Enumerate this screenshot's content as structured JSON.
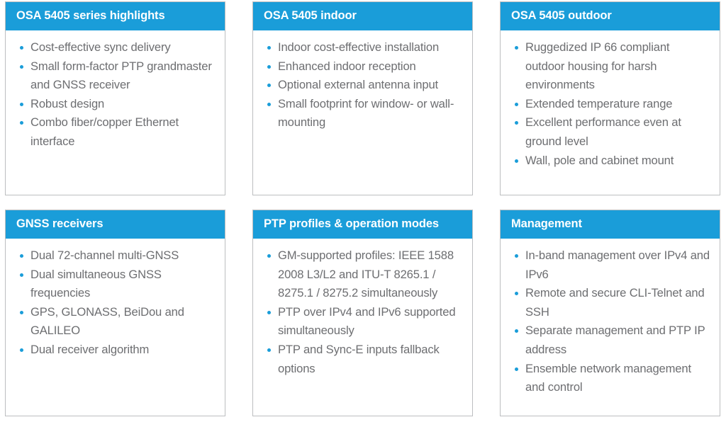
{
  "theme": {
    "accent_blue": "#1A9DD9",
    "header_text": "#FFFFFF",
    "body_text": "#6D6E71",
    "card_border": "#BCBEC0",
    "card_background": "#FFFFFF",
    "page_background": "#FFFFFF"
  },
  "layout": {
    "columns": 3,
    "rows": 2,
    "card_count": 6
  },
  "cards": [
    {
      "id": "osa-5405-series-highlights",
      "title": "OSA 5405 series highlights",
      "bullets": [
        "Cost-effective sync delivery",
        "Small form-factor PTP grandmaster and GNSS receiver",
        "Robust design",
        "Combo fiber/copper Ethernet interface"
      ]
    },
    {
      "id": "osa-5405-indoor",
      "title": "OSA 5405 indoor",
      "bullets": [
        "Indoor cost-effective installation",
        "Enhanced indoor reception",
        "Optional external antenna input",
        "Small footprint for window- or wall-mounting"
      ]
    },
    {
      "id": "osa-5405-outdoor",
      "title": "OSA 5405 outdoor",
      "bullets": [
        "Ruggedized IP 66 compliant outdoor housing for harsh environments",
        "Extended temperature range",
        "Excellent performance even at ground level",
        "Wall, pole and cabinet mount"
      ]
    },
    {
      "id": "gnss-receivers",
      "title": "GNSS receivers",
      "bullets": [
        "Dual 72-channel multi-GNSS",
        "Dual simultaneous GNSS frequencies",
        "GPS, GLONASS, BeiDou and GALILEO",
        "Dual receiver algorithm"
      ]
    },
    {
      "id": "ptp-profiles-operation-modes",
      "title": "PTP profiles & operation modes",
      "bullets": [
        "GM-supported profiles: IEEE 1588 2008 L3/L2 and ITU-T 8265.1 / 8275.1 / 8275.2 simultaneously",
        "PTP over IPv4 and IPv6 supported simultaneously",
        "PTP and Sync-E inputs fallback options"
      ]
    },
    {
      "id": "management",
      "title": "Management",
      "bullets": [
        "In-band management over IPv4 and IPv6",
        "Remote and secure CLI-Telnet and SSH",
        "Separate management and PTP IP address",
        "Ensemble network management and control"
      ]
    }
  ]
}
